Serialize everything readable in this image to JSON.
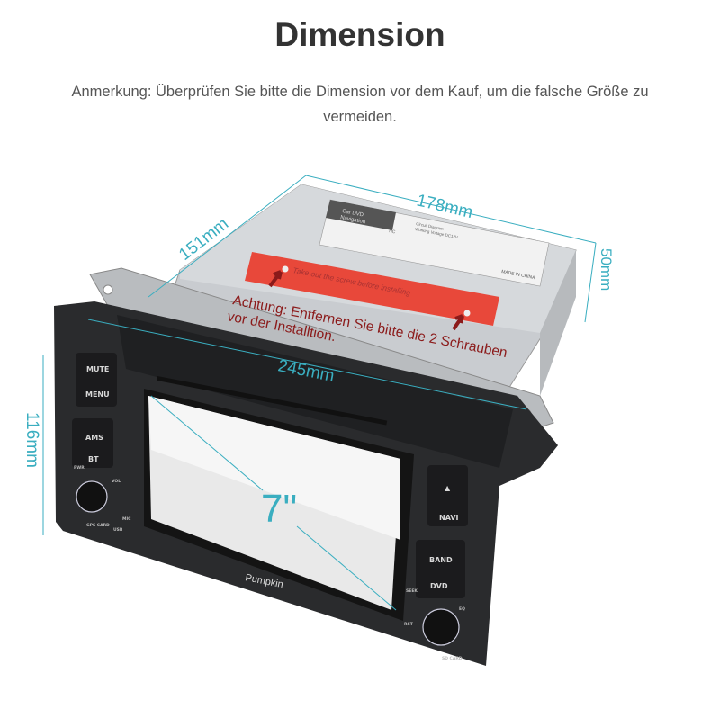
{
  "title": "Dimension",
  "note": "Anmerkung: Überprüfen Sie bitte die Dimension vor dem Kauf, um die falsche Größe zu vermeiden.",
  "dimensions": {
    "depth": "151mm",
    "width_chassis": "178mm",
    "height_chassis": "50mm",
    "width_front": "245mm",
    "height_front": "116mm",
    "screen": "7\""
  },
  "chassis_label": {
    "title_line1": "Car DVD",
    "title_line2": "Navigation",
    "circuit_line1": "Circuit Diagram",
    "circuit_line2": "Working Voltage DC12V",
    "nc": "NC",
    "made_in": "MADE IN CHINA",
    "sticker_text": "Take out the screw before installing"
  },
  "warning": {
    "line1": "Achtung: Entfernen Sie bitte die 2 Schrauben",
    "line2": "vor der Installtion."
  },
  "buttons": {
    "mute": "MUTE",
    "menu": "MENU",
    "ams": "AMS",
    "bt": "BT",
    "eject": "▲",
    "navi": "NAVI",
    "band": "BAND",
    "dvd": "DVD"
  },
  "labels": {
    "pwr": "PWR",
    "vol": "VOL",
    "gps_card": "GPS CARD",
    "usb": "USB",
    "mic": "MIC",
    "seek": "SEEK",
    "eq": "EQ",
    "rst": "RST",
    "sd_card": "SD CARD"
  },
  "brand": "Pumpkin",
  "colors": {
    "accent": "#3aaec0",
    "warning": "#8b1a1a",
    "sticker": "#e8483a"
  }
}
